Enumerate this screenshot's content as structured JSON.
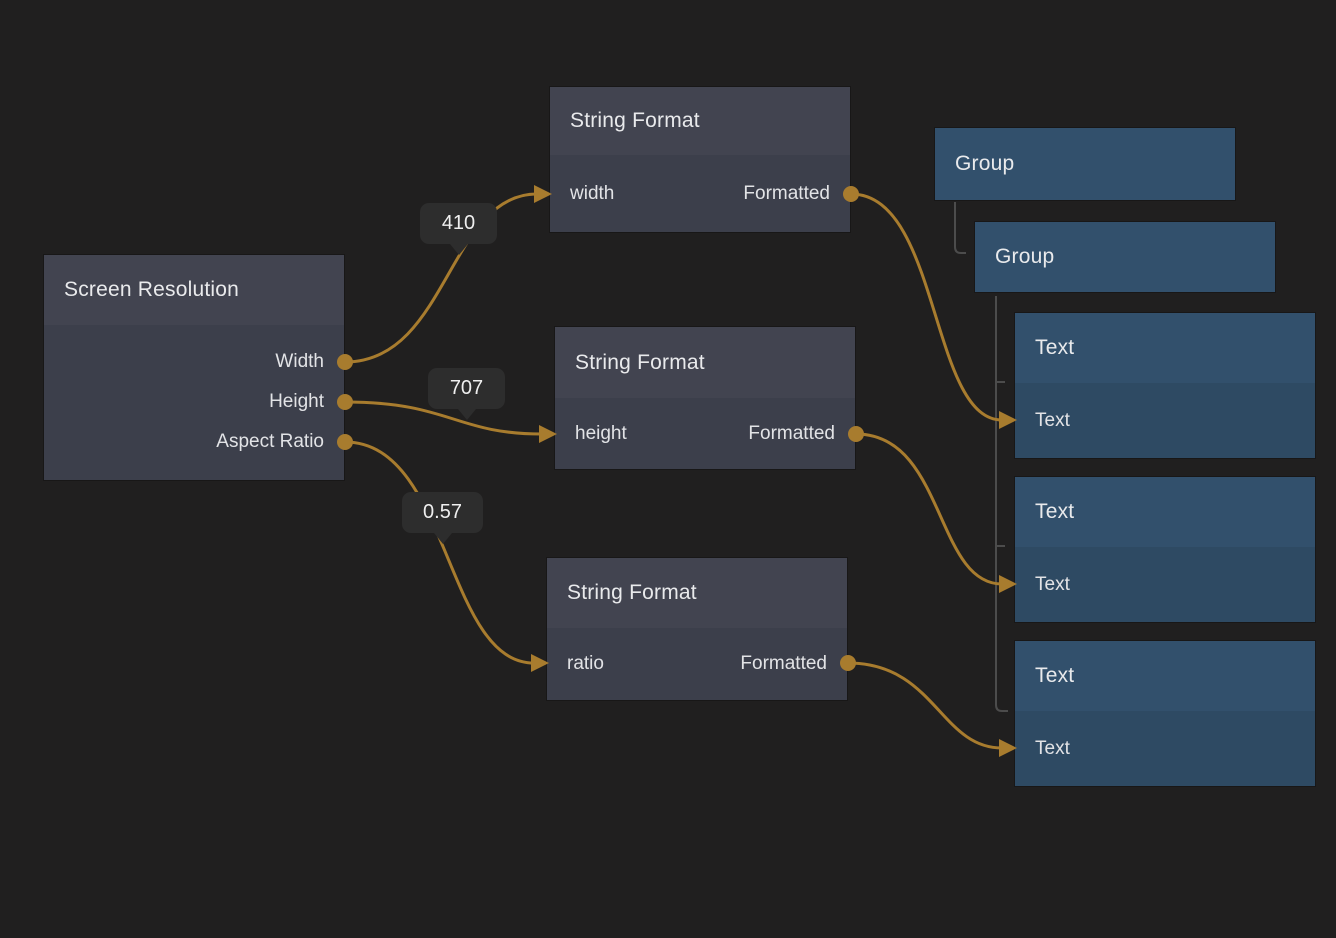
{
  "editor": {
    "background_color": "#201f1f",
    "wire_color": "#a87c2e",
    "rail_color": "#4c4c4c",
    "badge_bg_color": "#2d2d2d",
    "node_gray_header_color": "#424450",
    "node_gray_body_color": "#3c3f4b",
    "node_blue_header_color": "#32506c",
    "node_blue_body_color": "#2e4a63"
  },
  "nodes": {
    "screen_resolution": {
      "title": "Screen Resolution",
      "outputs": [
        "Width",
        "Height",
        "Aspect Ratio"
      ]
    },
    "string_format_width": {
      "title": "String Format",
      "input": "width",
      "output": "Formatted"
    },
    "string_format_height": {
      "title": "String Format",
      "input": "height",
      "output": "Formatted"
    },
    "string_format_ratio": {
      "title": "String Format",
      "input": "ratio",
      "output": "Formatted"
    },
    "group_outer": {
      "title": "Group"
    },
    "group_inner": {
      "title": "Group"
    },
    "text_width": {
      "title": "Text",
      "input": "Text"
    },
    "text_height": {
      "title": "Text",
      "input": "Text"
    },
    "text_ratio": {
      "title": "Text",
      "input": "Text"
    }
  },
  "badges": {
    "width_value": "410",
    "height_value": "707",
    "ratio_value": "0.57"
  }
}
